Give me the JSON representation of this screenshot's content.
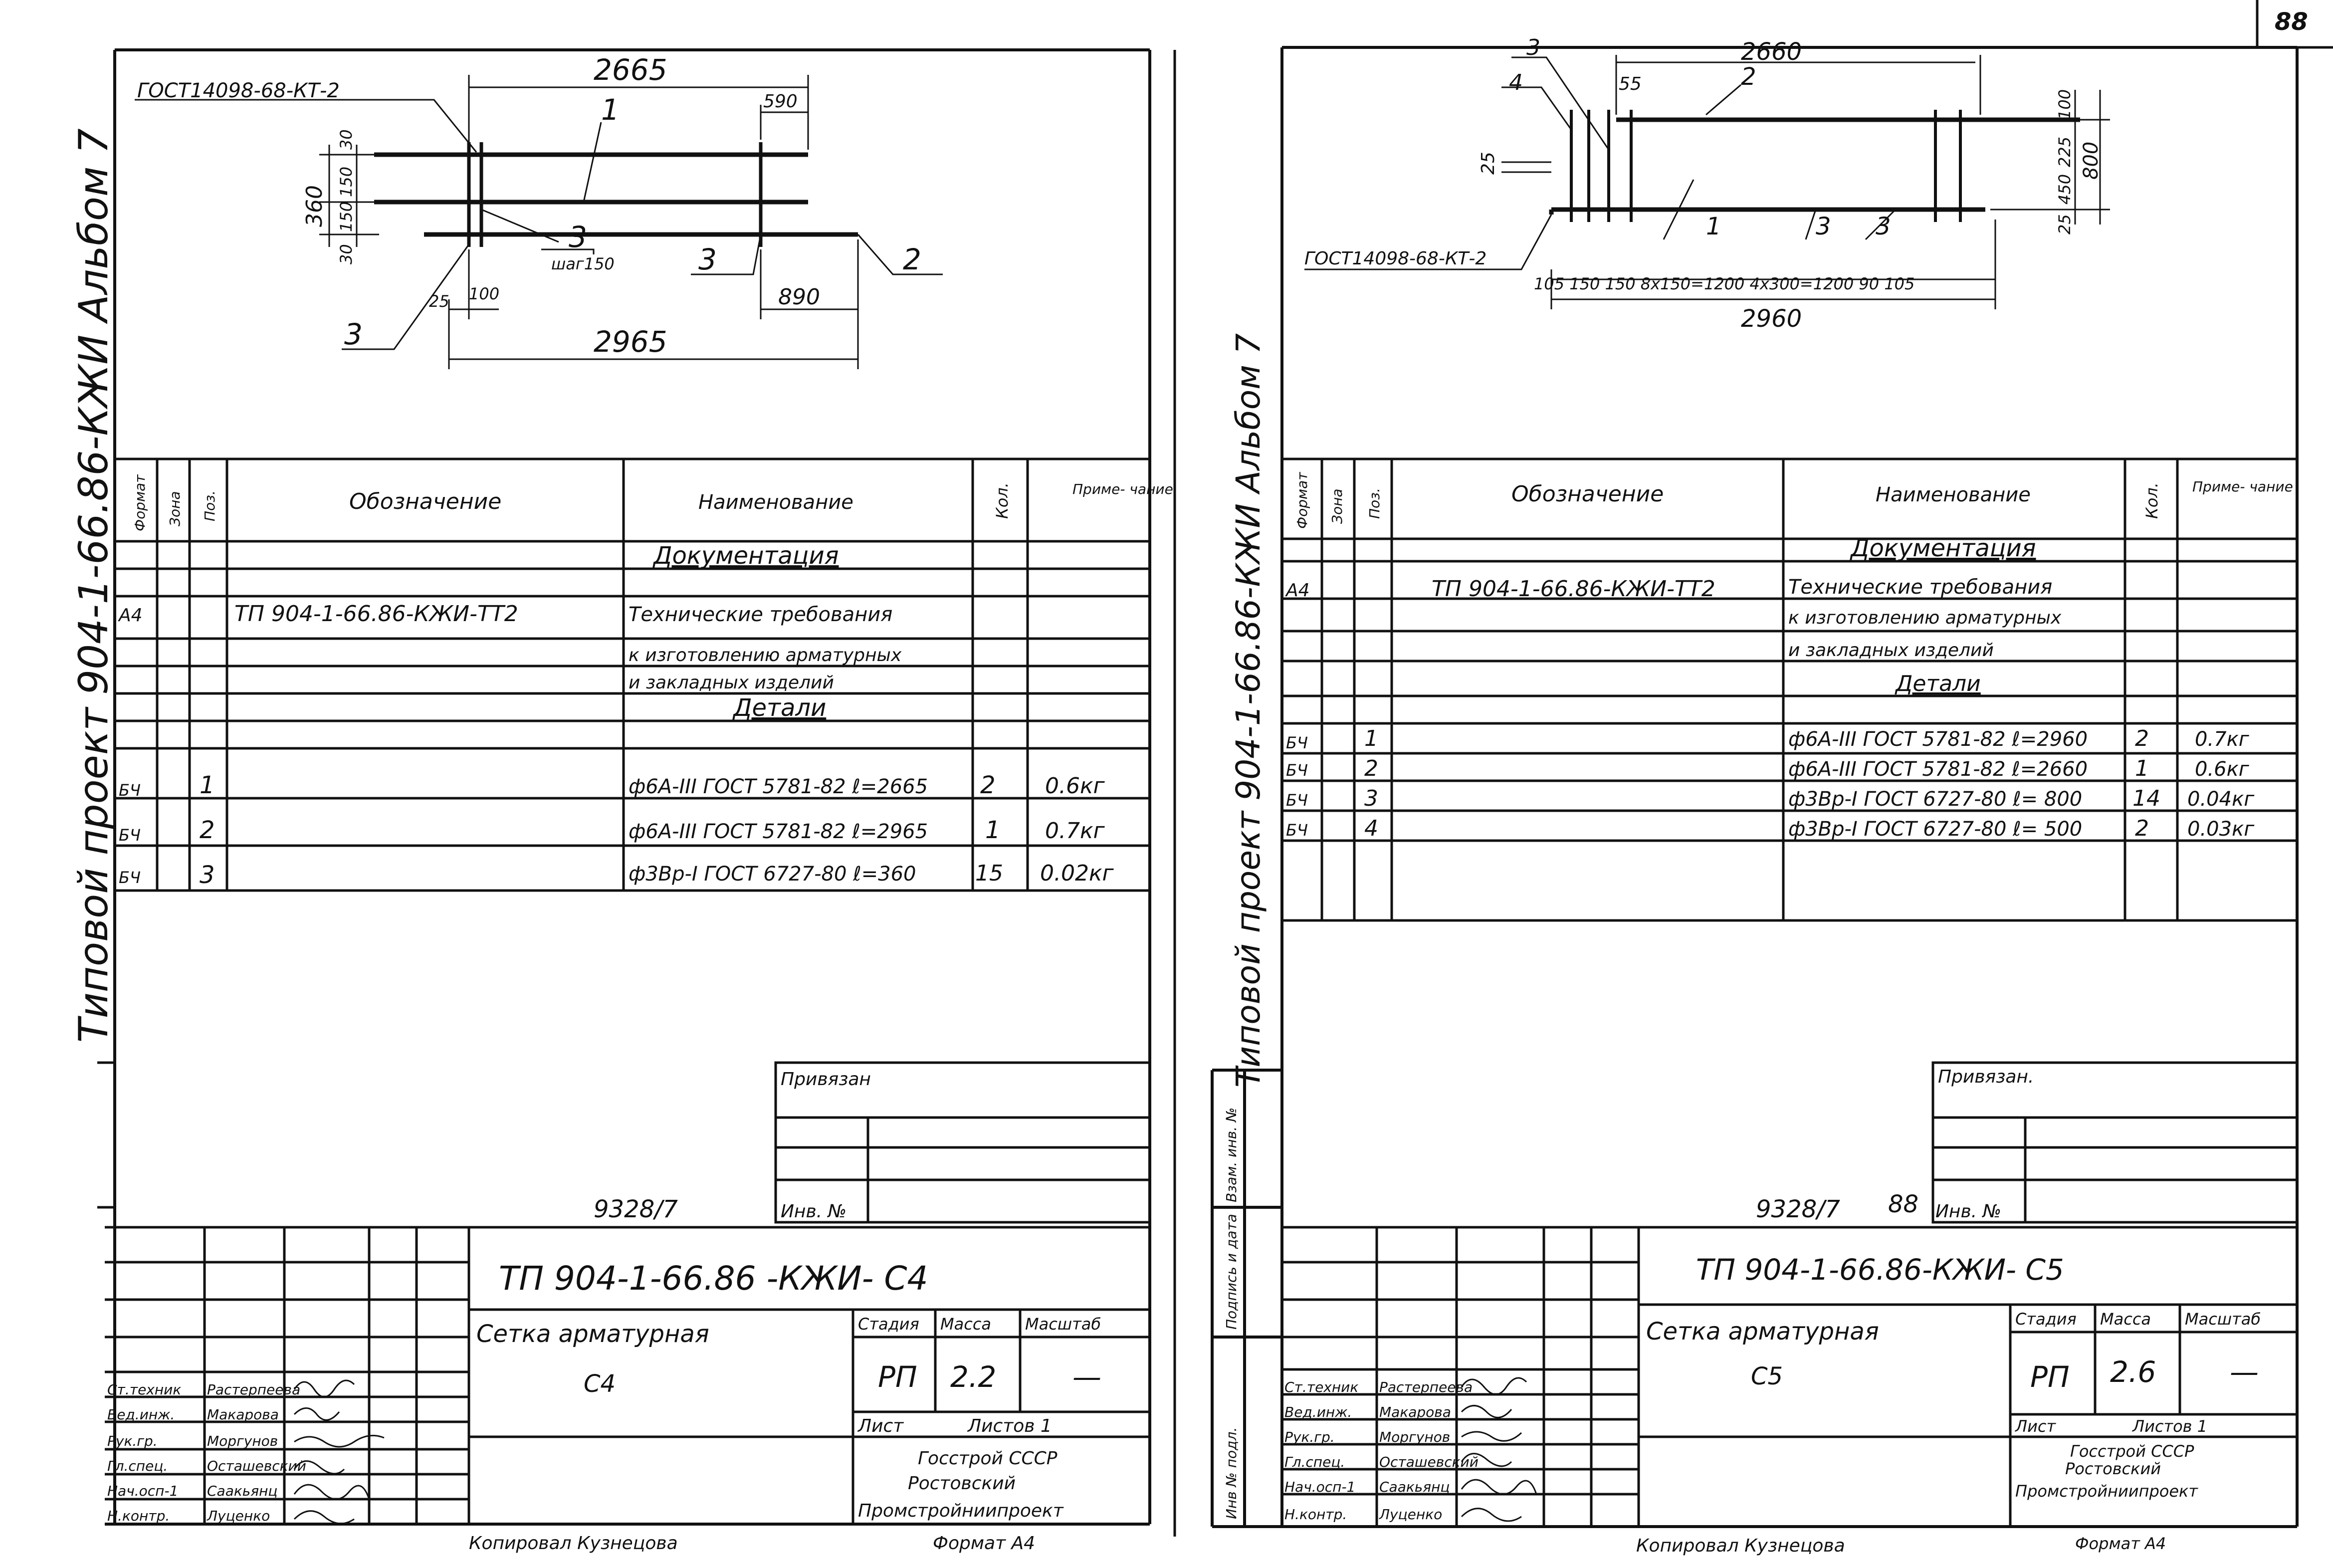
{
  "page_number": "88",
  "side_stamp_left": "Типовой проект 904-1-66.86-КЖИ Альбом 7",
  "side_stamp_right": "Типовой проект 904-1-66.86-КЖИ Альбом 7",
  "stamp_column": {
    "vzam_inv": "Взам. инв. №",
    "podpis_data": "Подпись и дата",
    "inv_podl": "Инв № подл."
  },
  "table_headers": {
    "format": "Формат",
    "zona": "Зона",
    "poz": "Поз.",
    "oboznachenie": "Обозначение",
    "naimenovanie": "Наименование",
    "kol": "Кол.",
    "primechanie": "Приме- чание"
  },
  "left_sheet": {
    "drawing": {
      "gost": "ГОСТ14098-68-КТ-2",
      "dim_top": "2665",
      "dim_590": "590",
      "dim_bottom": "2965",
      "dim_890": "890",
      "dim_360": "360",
      "dim_30a": "30",
      "dim_150a": "150",
      "dim_150b": "150",
      "dim_30b": "30",
      "dim_25": "25",
      "dim_100": "100",
      "step": "шаг150",
      "pos_1": "1",
      "pos_2": "2",
      "pos_3a": "3",
      "pos_3b": "3",
      "pos_3c": "3"
    },
    "section_doc": "Документация",
    "section_det": "Детали",
    "doc_row": {
      "format": "А4",
      "oboznachenie": "ТП 904-1-66.86-КЖИ-ТТ2",
      "name_lines": [
        "Технические требования",
        "к изготовлению арматурных",
        "и закладных изделий"
      ]
    },
    "rows": [
      {
        "format": "БЧ",
        "poz": "1",
        "name": "ф6А-III ГОСТ 5781-82 ℓ=2665",
        "kol": "2",
        "prim": "0.6кг"
      },
      {
        "format": "БЧ",
        "poz": "2",
        "name": "ф6А-III ГОСТ 5781-82 ℓ=2965",
        "kol": "1",
        "prim": "0.7кг"
      },
      {
        "format": "БЧ",
        "poz": "3",
        "name": "ф3Вр-I ГОСТ 6727-80 ℓ=360",
        "kol": "15",
        "prim": "0.02кг"
      }
    ],
    "privyazan": "Привязан",
    "inv_no": "Инв. №",
    "archive_no": "9328/7",
    "doc_code": "ТП 904-1-66.86 -КЖИ- С4",
    "title_lines": [
      "Сетка арматурная",
      "С4"
    ],
    "stadiya_label": "Стадия",
    "massa_label": "Масса",
    "masshtab_label": "Масштаб",
    "stadiya": "РП",
    "massa": "2.2",
    "masshtab": "—",
    "list_label": "Лист",
    "listov_label": "Листов 1",
    "org_lines": [
      "Госстрой СССР",
      "Ростовский",
      "Промстройниипроект"
    ],
    "staff": [
      {
        "role": "Ст.техник",
        "name": "Растерпеева"
      },
      {
        "role": "Вед.инж.",
        "name": "Макарова"
      },
      {
        "role": "Рук.гр.",
        "name": "Моргунов"
      },
      {
        "role": "Гл.спец.",
        "name": "Осташевский"
      },
      {
        "role": "Нач.осп-1",
        "name": "Саакьянц"
      },
      {
        "role": "Н.контр.",
        "name": "Луценко"
      }
    ],
    "copied": "Копировал Кузнецова",
    "format_note": "Формат А4"
  },
  "right_sheet": {
    "drawing": {
      "gost": "ГОСТ14098-68-КТ-2",
      "dim_top": "2660",
      "dim_55": "55",
      "dim_bottom": "2960",
      "dim_chain": "105 150 150 8х150=1200 4х300=1200 90 105",
      "dim_100": "100",
      "dim_225": "225",
      "dim_450": "450",
      "dim_25a": "25",
      "dim_25b": "25",
      "dim_800": "800",
      "pos_1": "1",
      "pos_2": "2",
      "pos_3a": "3",
      "pos_3b": "3",
      "pos_3c": "3",
      "pos_4": "4"
    },
    "section_doc": "Документация",
    "section_det": "Детали",
    "doc_row": {
      "format": "А4",
      "oboznachenie": "ТП 904-1-66.86-КЖИ-ТТ2",
      "name_lines": [
        "Технические требования",
        "к изготовлению арматурных",
        "и закладных изделий"
      ]
    },
    "rows": [
      {
        "format": "БЧ",
        "poz": "1",
        "name": "ф6А-III ГОСТ 5781-82 ℓ=2960",
        "kol": "2",
        "prim": "0.7кг"
      },
      {
        "format": "БЧ",
        "poz": "2",
        "name": "ф6А-III ГОСТ 5781-82 ℓ=2660",
        "kol": "1",
        "prim": "0.6кг"
      },
      {
        "format": "БЧ",
        "poz": "3",
        "name": "ф3Вр-I ГОСТ 6727-80 ℓ= 800",
        "kol": "14",
        "prim": "0.04кг"
      },
      {
        "format": "БЧ",
        "poz": "4",
        "name": "ф3Вр-I ГОСТ 6727-80 ℓ= 500",
        "kol": "2",
        "prim": "0.03кг"
      }
    ],
    "privyazan": "Привязан.",
    "inv_no": "Инв. №",
    "archive_no": "9328/7",
    "archive_page": "88",
    "doc_code": "ТП 904-1-66.86-КЖИ- С5",
    "title_lines": [
      "Сетка арматурная",
      "С5"
    ],
    "stadiya_label": "Стадия",
    "massa_label": "Масса",
    "masshtab_label": "Масштаб",
    "stadiya": "РП",
    "massa": "2.6",
    "masshtab": "—",
    "list_label": "Лист",
    "listov_label": "Листов 1",
    "org_lines": [
      "Госстрой СССР",
      "Ростовский",
      "Промстройниипроект"
    ],
    "staff": [
      {
        "role": "Ст.техник",
        "name": "Растерпеева"
      },
      {
        "role": "Вед.инж.",
        "name": "Макарова"
      },
      {
        "role": "Рук.гр.",
        "name": "Моргунов"
      },
      {
        "role": "Гл.спец.",
        "name": "Осташевский"
      },
      {
        "role": "Нач.осп-1",
        "name": "Саакьянц"
      },
      {
        "role": "Н.контр.",
        "name": "Луценко"
      }
    ],
    "copied": "Копировал Кузнецова",
    "format_note": "Формат А4"
  }
}
